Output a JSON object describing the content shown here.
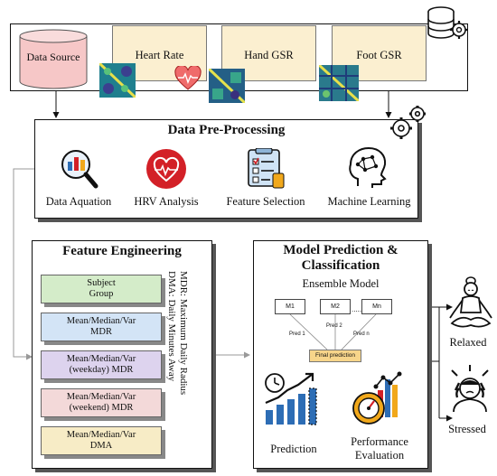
{
  "source": {
    "data_source": "Data Source",
    "heart_rate": "Heart Rate",
    "hand_gsr": "Hand GSR",
    "foot_gsr": "Foot GSR"
  },
  "preprocessing": {
    "title": "Data Pre-Processing",
    "steps": [
      "Data Aquation",
      "HRV Analysis",
      "Feature Selection",
      "Machine Learning"
    ]
  },
  "feature_engineering": {
    "title": "Feature Engineering",
    "cards": [
      {
        "line1": "Subject",
        "line2": "Group",
        "color": "#d4ecc9"
      },
      {
        "line1": "Mean/Median/Var",
        "line2": "MDR",
        "color": "#d3e4f6"
      },
      {
        "line1": "Mean/Median/Var",
        "line2": "(weekday) MDR",
        "color": "#ddd3ee"
      },
      {
        "line1": "Mean/Median/Var",
        "line2": "(weekend) MDR",
        "color": "#f3d9d9"
      },
      {
        "line1": "Mean/Median/Var",
        "line2": "DMA",
        "color": "#f7ecc6"
      }
    ],
    "note1": "MDR: Maximum Daily Radius",
    "note2": "DMA: Daily Minutes Away"
  },
  "model": {
    "title1": "Model Prediction &",
    "title2": "Classification",
    "ensemble": "Ensemble Model",
    "models": [
      "M1",
      "M2",
      "Mn"
    ],
    "dots": "......",
    "preds": [
      "Pred 1",
      "Pred 2",
      "Pred n"
    ],
    "final": "Final prediction",
    "prediction": "Prediction",
    "performance1": "Performance",
    "performance2": "Evaluation"
  },
  "outcomes": {
    "relaxed": "Relaxed",
    "stressed": "Stressed"
  },
  "colors": {
    "data_source_fill": "#f6c7c7",
    "signal_box_fill": "#fbefd0",
    "final_fill": "#f7d58a",
    "accent_red": "#d32027",
    "accent_blue": "#2d6db5"
  }
}
